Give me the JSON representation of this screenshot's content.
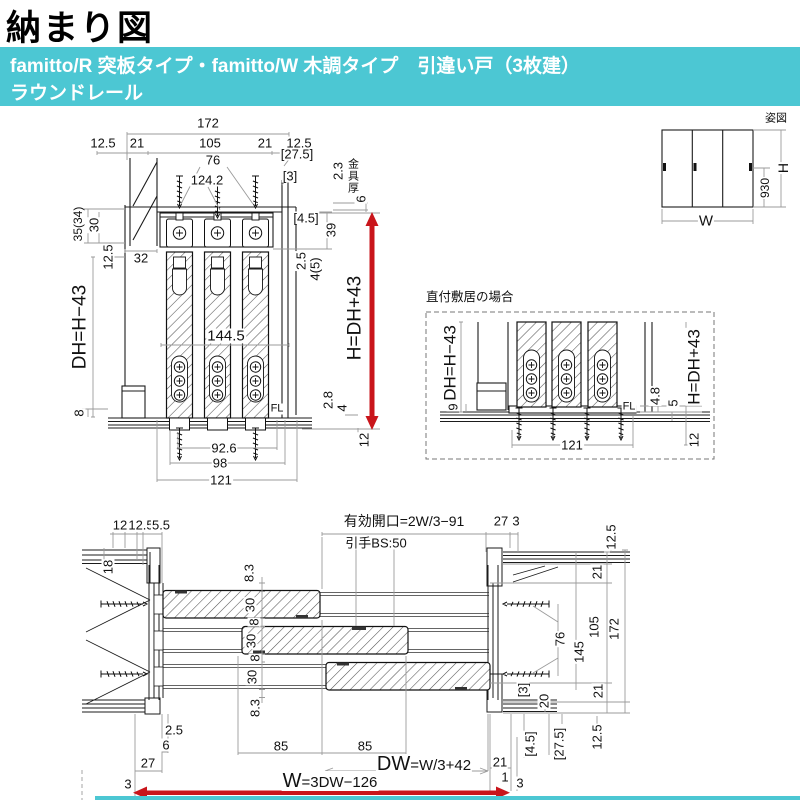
{
  "page": {
    "title": "納まり図"
  },
  "banner": {
    "line1": "famitto/R 突板タイプ・famitto/W 木調タイプ　引違い戸（3枚建）",
    "line2": "ラウンドレール"
  },
  "colors": {
    "accent": "#4cc7d3",
    "arrow_red": "#c9151b",
    "line": "#1b1b1b",
    "dim": "#9b9b9b"
  },
  "elevation": {
    "caption": "姿図",
    "h_label": "H",
    "w_label": "W",
    "handle_height": "930"
  },
  "section": {
    "d172": "172",
    "d125a": "12.5",
    "d21a": "21",
    "d105": "105",
    "d21b": "21",
    "d125b": "12.5",
    "d76": "76",
    "b275": "[27.5]",
    "d1242": "124.2",
    "b3": "[3]",
    "d23": "2.3",
    "kanagu": "金具厚",
    "d6": "6",
    "b45": "[4.5]",
    "d39": "39",
    "d3534": "35(34)",
    "d30": "30",
    "d125c": "12.5",
    "d32": "32",
    "d25": "2.5",
    "d45p": "4(5)",
    "dh": "DH=H−43",
    "d1445": "144.5",
    "h": "H=DH+43",
    "d8": "8",
    "fl": "FL",
    "d28": "2.8",
    "d4": "4",
    "d12": "12",
    "d926": "92.6",
    "d98": "98",
    "d121": "121"
  },
  "sill": {
    "caption": "直付敷居の場合",
    "dh": "DH=H−43",
    "d9": "9",
    "d121": "121",
    "fl": "FL",
    "d48": "4.8",
    "d5": "5",
    "h": "H=DH+43",
    "d12": "12"
  },
  "plan": {
    "t12": "12",
    "t125": "12.5",
    "t55": "5.5",
    "opening": "有効開口=2W/3−91",
    "handle": "引手BS:50",
    "t27": "27",
    "t3": "3",
    "r125t": "12.5",
    "r21t": "21",
    "l18": "18",
    "c83a": "8.3",
    "c30a": "30",
    "c8a": "8",
    "c30b": "30",
    "c8b": "8",
    "c30c": "30",
    "c83b": "8.3",
    "r76": "76",
    "r145": "145",
    "r105": "105",
    "r172": "172",
    "r21b": "21",
    "b3": "[3]",
    "r20": "20",
    "b45": "[4.5]",
    "b275": "[27.5]",
    "r125b": "12.5",
    "d25": "2.5",
    "d6": "6",
    "d27": "27",
    "d3l": "3",
    "d85a": "85",
    "d85b": "85",
    "dw_big": "DW",
    "dw_rest": "=W/3+42",
    "w_big": "W",
    "w_rest": "=3DW−126",
    "d21": "21",
    "d1": "1",
    "d3r": "3"
  }
}
